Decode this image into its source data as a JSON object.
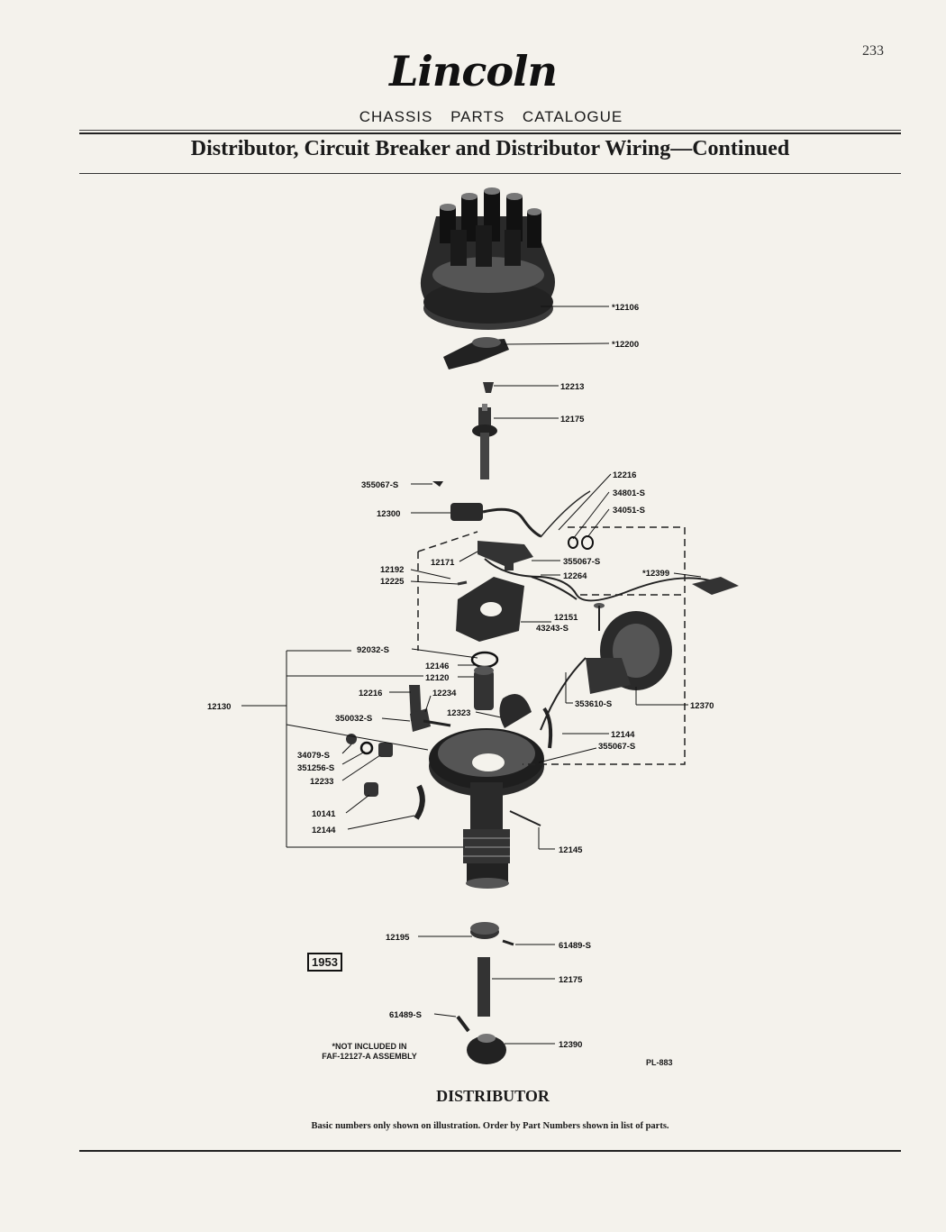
{
  "page_number": "233",
  "brand": "Lincoln",
  "catalogue_title": "CHASSIS PARTS CATALOGUE",
  "section_title": "Distributor, Circuit Breaker and Distributor Wiring—Continued",
  "year_badge": "1953",
  "footnote": [
    "*NOT INCLUDED IN",
    "FAF-12127-A ASSEMBLY"
  ],
  "plate_number": "PL-883",
  "caption": "DISTRIBUTOR",
  "order_note": "Basic numbers only shown on illustration. Order by Part Numbers shown in list of parts.",
  "callouts": [
    "*12106",
    "*12200",
    "12213",
    "12175",
    "12216",
    "34801-S",
    "34051-S",
    "355067-S",
    "12300",
    "12171",
    "355067-S",
    "12264",
    "*12399",
    "12192",
    "12225",
    "12151",
    "43243-S",
    "92032-S",
    "12146",
    "12120",
    "12216",
    "12234",
    "12130",
    "353610-S",
    "12370",
    "350032-S",
    "12323",
    "12144",
    "355067-S",
    "34079-S",
    "351256-S",
    "12233",
    "10141",
    "12144",
    "12145",
    "12195",
    "61489-S",
    "12175",
    "61489-S",
    "12390"
  ]
}
